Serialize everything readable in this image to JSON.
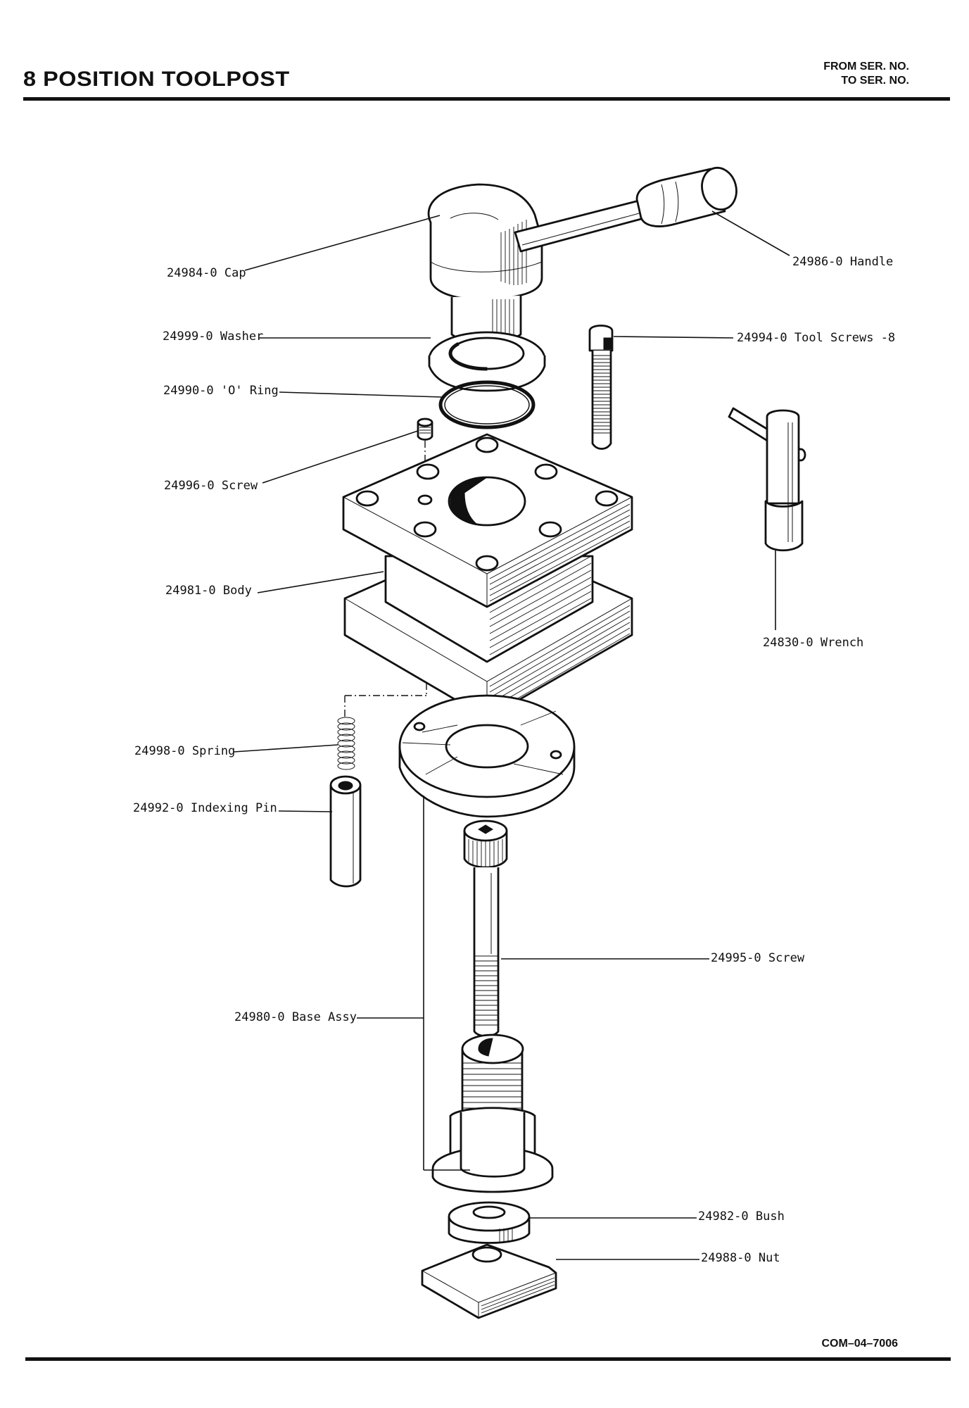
{
  "header": {
    "title": "8 POSITION TOOLPOST",
    "from_ser": "FROM SER. NO.",
    "to_ser": "TO SER. NO."
  },
  "footer": {
    "doc_number": "COM–04–7006"
  },
  "parts": [
    {
      "part_no": "24984-0",
      "name": "Cap",
      "label": "24984-0 Cap"
    },
    {
      "part_no": "24986-0",
      "name": "Handle",
      "label": "24986-0 Handle"
    },
    {
      "part_no": "24999-0",
      "name": "Washer",
      "label": "24999-0 Washer"
    },
    {
      "part_no": "24994-0",
      "name": "Tool Screws",
      "qty": "8",
      "label": "24994-0 Tool Screws -8"
    },
    {
      "part_no": "24990-0",
      "name": "'O' Ring",
      "label": "24990-0 'O' Ring"
    },
    {
      "part_no": "24996-0",
      "name": "Screw",
      "label": "24996-0 Screw"
    },
    {
      "part_no": "24981-0",
      "name": "Body",
      "label": "24981-0 Body"
    },
    {
      "part_no": "24830-0",
      "name": "Wrench",
      "label": "24830-0 Wrench"
    },
    {
      "part_no": "24998-0",
      "name": "Spring",
      "label": "24998-0 Spring"
    },
    {
      "part_no": "24992-0",
      "name": "Indexing Pin",
      "label": "24992-0 Indexing Pin"
    },
    {
      "part_no": "24995-0",
      "name": "Screw",
      "label": "24995-0 Screw"
    },
    {
      "part_no": "24980-0",
      "name": "Base Assy",
      "label": "24980-0 Base Assy"
    },
    {
      "part_no": "24982-0",
      "name": "Bush",
      "label": "24982-0 Bush"
    },
    {
      "part_no": "24988-0",
      "name": "Nut",
      "label": "24988-0 Nut"
    }
  ]
}
